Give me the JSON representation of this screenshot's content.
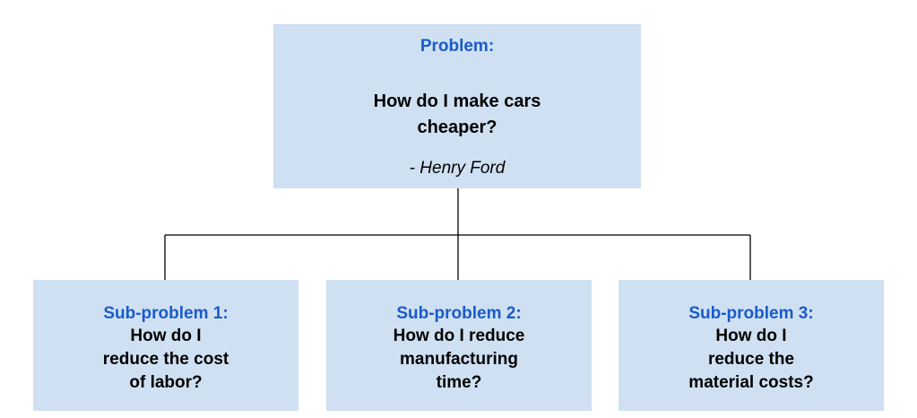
{
  "root": {
    "heading": "Problem:",
    "question": "How do I make cars\ncheaper?",
    "attribution": "- Henry Ford"
  },
  "subproblems": [
    {
      "heading": "Sub-problem 1:",
      "text": "How do I\nreduce the cost\nof labor?"
    },
    {
      "heading": "Sub-problem 2:",
      "text": "How do I reduce\nmanufacturing\ntime?"
    },
    {
      "heading": "Sub-problem 3:",
      "text": "How do I\nreduce the\nmaterial costs?"
    }
  ],
  "colors": {
    "box_fill": "#cfe0f2",
    "heading_text": "#1a5bc9",
    "body_text": "#000000",
    "connector_line": "#000000"
  }
}
